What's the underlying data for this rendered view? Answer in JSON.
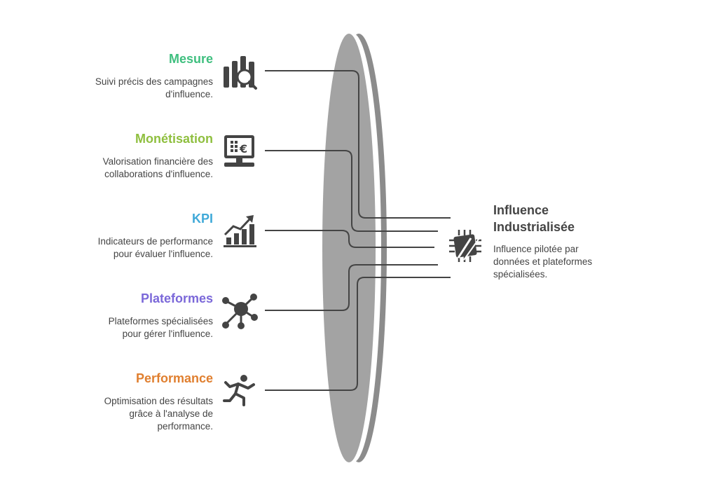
{
  "items": [
    {
      "title": "Mesure",
      "description": "Suivi précis des campagnes d'influence.",
      "color": "#3fbf7f",
      "icon": "analytics-magnifier-icon"
    },
    {
      "title": "Monétisation",
      "description": "Valorisation financière des collaborations d'influence.",
      "color": "#8fbf3f",
      "icon": "monitor-euro-icon"
    },
    {
      "title": "KPI",
      "description": "Indicateurs de performance pour évaluer l'influence.",
      "color": "#3fa9d8",
      "icon": "growth-chart-icon"
    },
    {
      "title": "Plateformes",
      "description": "Plateformes spécialisées pour gérer l'influence.",
      "color": "#7b68d9",
      "icon": "network-hub-icon"
    },
    {
      "title": "Performance",
      "description": "Optimisation des résultats grâce à l'analyse de performance.",
      "color": "#e07f2f",
      "icon": "running-person-icon"
    }
  ],
  "result": {
    "title": "Influence Industrialisée",
    "description": "Influence pilotée par données et plateformes spécialisées.",
    "icon": "circuit-chip-icon"
  },
  "colors": {
    "lens": "#a3a3a3",
    "line": "#444444",
    "icon": "#444444"
  }
}
